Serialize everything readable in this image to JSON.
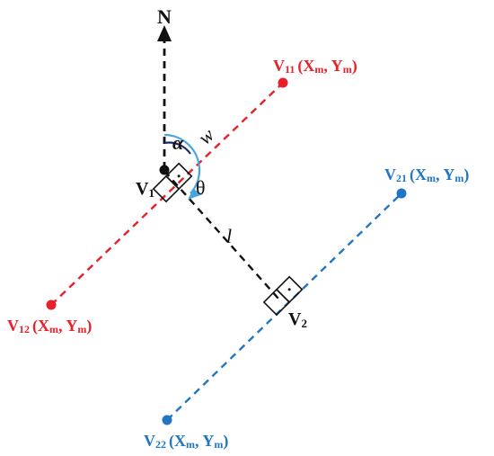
{
  "diagram": {
    "north_label": "N",
    "alpha_label": "α",
    "w_label": "w",
    "theta_label": "θ",
    "l_label": "l",
    "v1_main": "V",
    "v1_sub": "1",
    "v2_main": "V",
    "v2_sub": "2",
    "v11": {
      "main": "V",
      "sub": "11",
      "coords": "(X",
      "m1": "m",
      "sep": ", Y",
      "m2": "m",
      "close": ")"
    },
    "v12": {
      "main": "V",
      "sub": "12",
      "coords": "(X",
      "m1": "m",
      "sep": ", Y",
      "m2": "m",
      "close": ")"
    },
    "v21": {
      "main": "V",
      "sub": "21",
      "coords": "(X",
      "m1": "m",
      "sep": ", Y",
      "m2": "m",
      "close": ")"
    },
    "v22": {
      "main": "V",
      "sub": "22",
      "coords": "(X",
      "m1": "m",
      "sep": ", Y",
      "m2": "m",
      "close": ")"
    }
  },
  "colors": {
    "red": "#e8202a",
    "blue": "#1f77c4",
    "black": "#111111",
    "navy": "#1b2a6b",
    "arc_blue": "#4aa3df"
  }
}
